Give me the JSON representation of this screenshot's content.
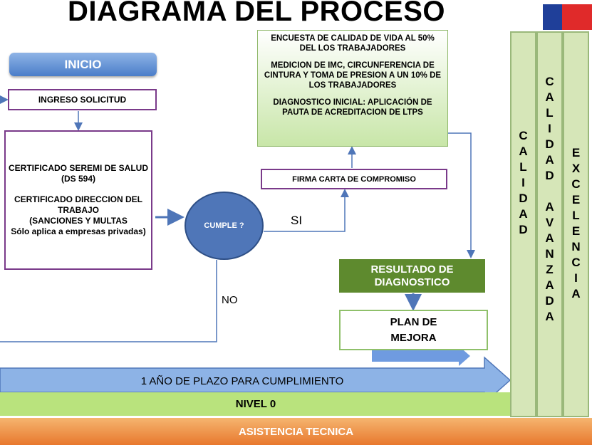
{
  "title": "DIAGRAMA DEL PROCESO",
  "nodes": {
    "inicio": "INICIO",
    "ingreso": "INGRESO SOLICITUD",
    "certificado": [
      "CERTIFICADO SEREMI DE SALUD (DS 594)",
      "CERTIFICADO DIRECCION DEL TRABAJO",
      "(SANCIONES Y MULTAS",
      "Sólo aplica a empresas privadas)"
    ],
    "cumple": "CUMPLE ?",
    "si": "SI",
    "no": "NO",
    "encuesta": [
      "ENCUESTA DE CALIDAD DE VIDA AL 50% DEL LOS TRABAJADORES",
      "MEDICION DE IMC, CIRCUNFERENCIA DE CINTURA Y TOMA DE PRESION A UN 10% DE LOS TRABAJADORES",
      "DIAGNOSTICO INICIAL: APLICACIÓN DE PAUTA DE ACREDITACION DE LTPS"
    ],
    "firma": "FIRMA CARTA DE COMPROMISO",
    "resultado": "RESULTADO DE DIAGNOSTICO",
    "plan": [
      "PLAN DE",
      "MEJORA"
    ],
    "plazo": "1 AÑO DE PLAZO PARA CUMPLIMIENTO",
    "nivel0": "NIVEL 0",
    "asistencia": "ASISTENCIA TECNICA"
  },
  "columns": [
    {
      "label": "CALIDAD",
      "letters": [
        "C",
        "A",
        "L",
        "I",
        "D",
        "A",
        "D"
      ]
    },
    {
      "label": "CALIDAD AVANZADA",
      "letters": [
        "C",
        "A",
        "L",
        "I",
        "D",
        "A",
        "D",
        " ",
        "A",
        "V",
        "A",
        "N",
        "Z",
        "A",
        "D",
        "A"
      ]
    },
    {
      "label": "EXCELENCIA",
      "letters": [
        "E",
        "X",
        "C",
        "E",
        "L",
        "E",
        "N",
        "C",
        "I",
        "A"
      ]
    }
  ],
  "colors": {
    "accent_blue": "#4f76b8",
    "purple_border": "#7a3a8a",
    "dark_green": "#5e8a2e",
    "light_green": "#d6e6b8",
    "orange": "#e8782e"
  }
}
